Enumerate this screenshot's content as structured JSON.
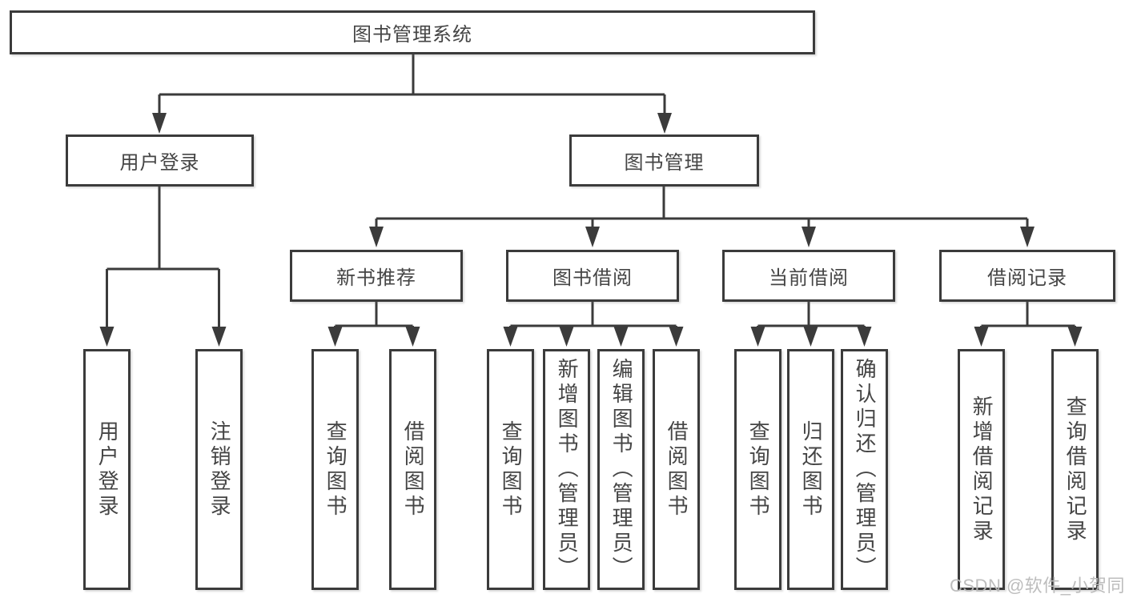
{
  "diagram": {
    "watermark": "CSDN @软件_小贺同学",
    "colors": {
      "line": "#3b3b3b",
      "box_border": "#3b3b3b",
      "text": "#454545",
      "background": "#ffffff",
      "watermark": "#b9b9b9"
    },
    "tree": {
      "label": "图书管理系统",
      "children": [
        {
          "label": "用户登录",
          "children": [
            {
              "label": "用户登录"
            },
            {
              "label": "注销登录"
            }
          ]
        },
        {
          "label": "图书管理",
          "children": [
            {
              "label": "新书推荐",
              "children": [
                {
                  "label": "查询图书"
                },
                {
                  "label": "借阅图书"
                }
              ]
            },
            {
              "label": "图书借阅",
              "children": [
                {
                  "label": "查询图书"
                },
                {
                  "label": "新增图书（管理员）"
                },
                {
                  "label": "编辑图书（管理员）"
                },
                {
                  "label": "借阅图书"
                }
              ]
            },
            {
              "label": "当前借阅",
              "children": [
                {
                  "label": "查询图书"
                },
                {
                  "label": "归还图书"
                },
                {
                  "label": "确认归还（管理员）"
                }
              ]
            },
            {
              "label": "借阅记录",
              "children": [
                {
                  "label": "新增借阅记录"
                },
                {
                  "label": "查询借阅记录"
                }
              ]
            }
          ]
        }
      ]
    }
  }
}
